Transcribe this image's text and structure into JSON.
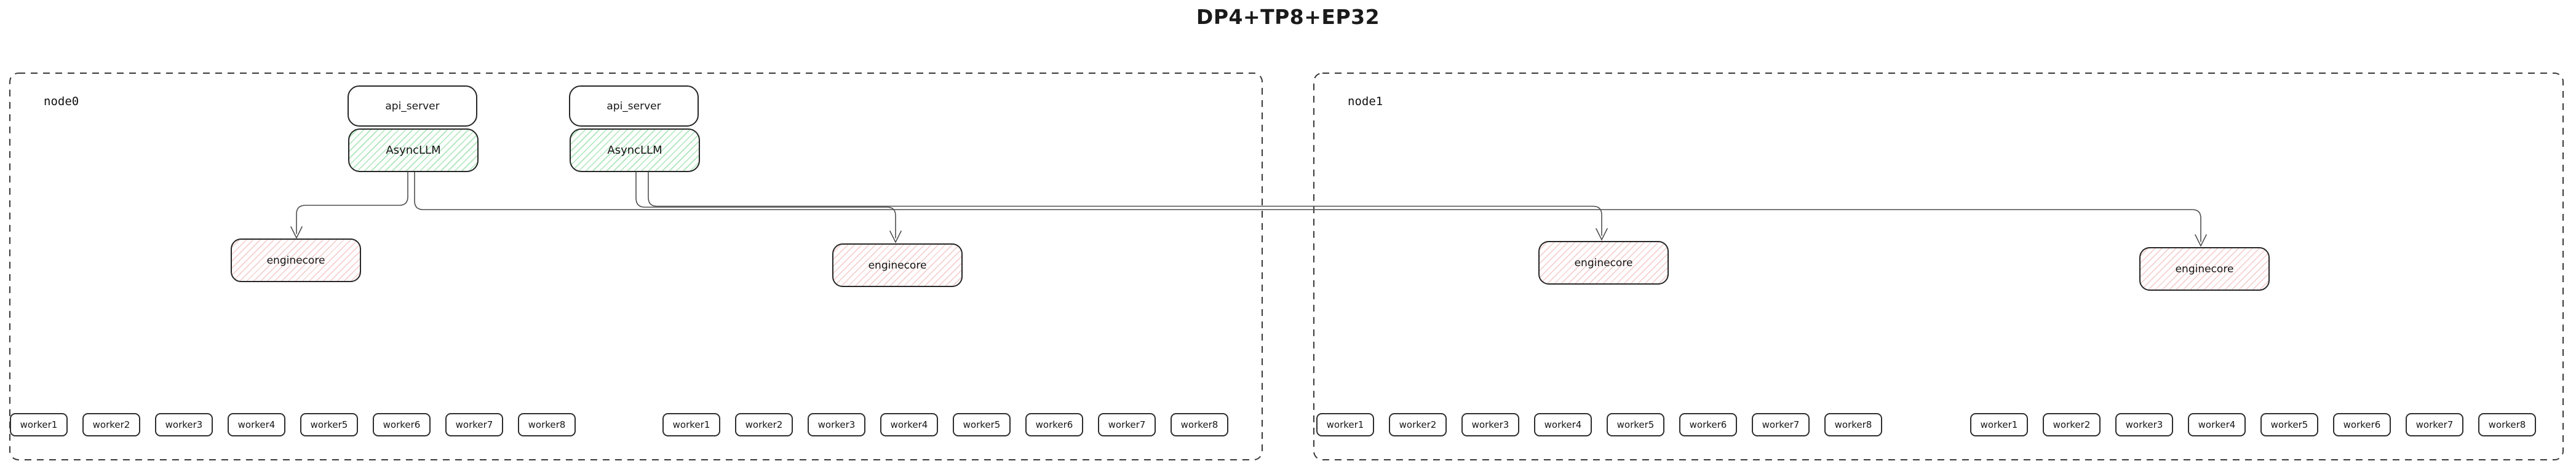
{
  "title": "DP4+TP8+EP32",
  "colors": {
    "asyncllm_hatch": "#5ecb78",
    "enginecore_hatch": "#e27a7a",
    "box_border": "#262626",
    "container_border": "#383838",
    "edge": "#4f4f4f"
  },
  "node0": {
    "label": "node0",
    "api_servers": [
      "api_server",
      "api_server"
    ],
    "asyncllms": [
      "AsyncLLM",
      "AsyncLLM"
    ],
    "enginecores": [
      "enginecore",
      "enginecore"
    ],
    "worker_rows": [
      [
        "worker1",
        "worker2",
        "worker3",
        "worker4",
        "worker5",
        "worker6",
        "worker7",
        "worker8"
      ],
      [
        "worker1",
        "worker2",
        "worker3",
        "worker4",
        "worker5",
        "worker6",
        "worker7",
        "worker8"
      ]
    ]
  },
  "node1": {
    "label": "node1",
    "enginecores": [
      "enginecore",
      "enginecore"
    ],
    "worker_rows": [
      [
        "worker1",
        "worker2",
        "worker3",
        "worker4",
        "worker5",
        "worker6",
        "worker7",
        "worker8"
      ],
      [
        "worker1",
        "worker2",
        "worker3",
        "worker4",
        "worker5",
        "worker6",
        "worker7",
        "worker8"
      ]
    ]
  }
}
